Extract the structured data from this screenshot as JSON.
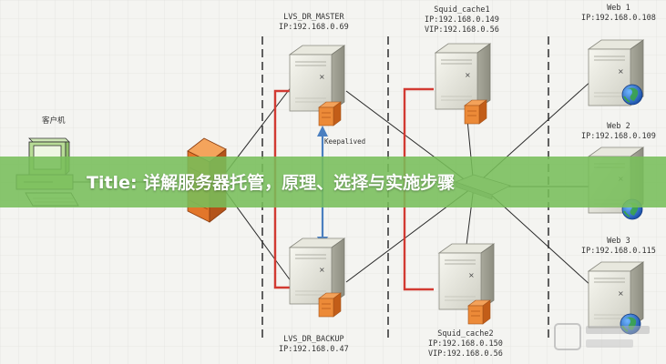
{
  "banner": {
    "title": "Title: 详解服务器托管，原理、选择与实施步骤"
  },
  "nodes": {
    "client": {
      "label": "客户机"
    },
    "lvs_master": {
      "name": "LVS_DR_MASTER",
      "ip": "IP:192.168.0.69"
    },
    "lvs_backup": {
      "name": "LVS_DR_BACKUP",
      "ip": "IP:192.168.0.47"
    },
    "keepalived": {
      "label": "Keepalived"
    },
    "squid1": {
      "name": "Squid_cache1",
      "ip": "IP:192.168.0.149",
      "vip": "VIP:192.168.0.56"
    },
    "squid2": {
      "name": "Squid_cache2",
      "ip": "IP:192.168.0.150",
      "vip": "VIP:192.168.0.56"
    },
    "web1": {
      "name": "Web 1",
      "ip": "IP:192.168.0.108"
    },
    "web2": {
      "name": "Web 2",
      "ip": "IP:192.168.0.109"
    },
    "web3": {
      "name": "Web 3",
      "ip": "IP:192.168.0.115"
    }
  },
  "colors": {
    "banner": "#78be5a",
    "red_link": "#d23a32",
    "sync_arrow": "#4a7fc0",
    "firewall": "#e2762a"
  },
  "icons": [
    "desktop-computer-icon",
    "firewall-icon",
    "server-icon",
    "globe-icon",
    "hub-icon"
  ]
}
